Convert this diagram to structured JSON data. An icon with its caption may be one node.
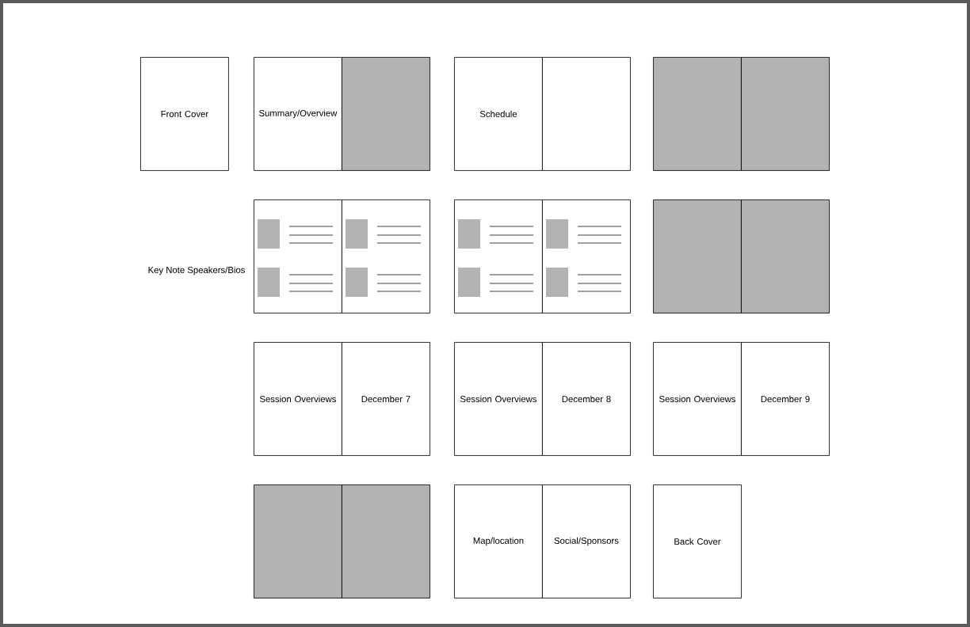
{
  "diagram": {
    "nodes": [
      {
        "text": [
          "Front Cover"
        ]
      },
      {
        "text": [
          "Summary/Overview"
        ]
      },
      {
        "text": [],
        "shape": "box"
      },
      {
        "text": [
          "Schedule"
        ]
      },
      {
        "text": [],
        "shape": "box"
      },
      {
        "text": [],
        "shape": "box"
      },
      {
        "text": [],
        "shape": "box"
      },
      {
        "text": [],
        "shape": "box"
      },
      {
        "text": [],
        "shape": "box"
      },
      {
        "text": [],
        "shape": "box"
      },
      {
        "text": [],
        "shape": "box"
      },
      {
        "text": [],
        "shape": "box"
      },
      {
        "text": [],
        "shape": "box"
      },
      {
        "text": [
          "Session Overviews"
        ]
      },
      {
        "text": [
          "December 7"
        ]
      },
      {
        "text": [
          "Session Overviews"
        ]
      },
      {
        "text": [
          "December 8"
        ]
      },
      {
        "text": [
          "Session Overviews"
        ]
      },
      {
        "text": [
          "December 9"
        ]
      },
      {
        "text": [],
        "shape": "box"
      },
      {
        "text": [],
        "shape": "box"
      },
      {
        "text": [
          "Map/location"
        ]
      },
      {
        "text": [
          "Social/Sponsors"
        ]
      },
      {
        "text": [
          "Back Cover"
        ]
      }
    ],
    "labels": [
      "Key Note Speakers/Bios"
    ]
  }
}
